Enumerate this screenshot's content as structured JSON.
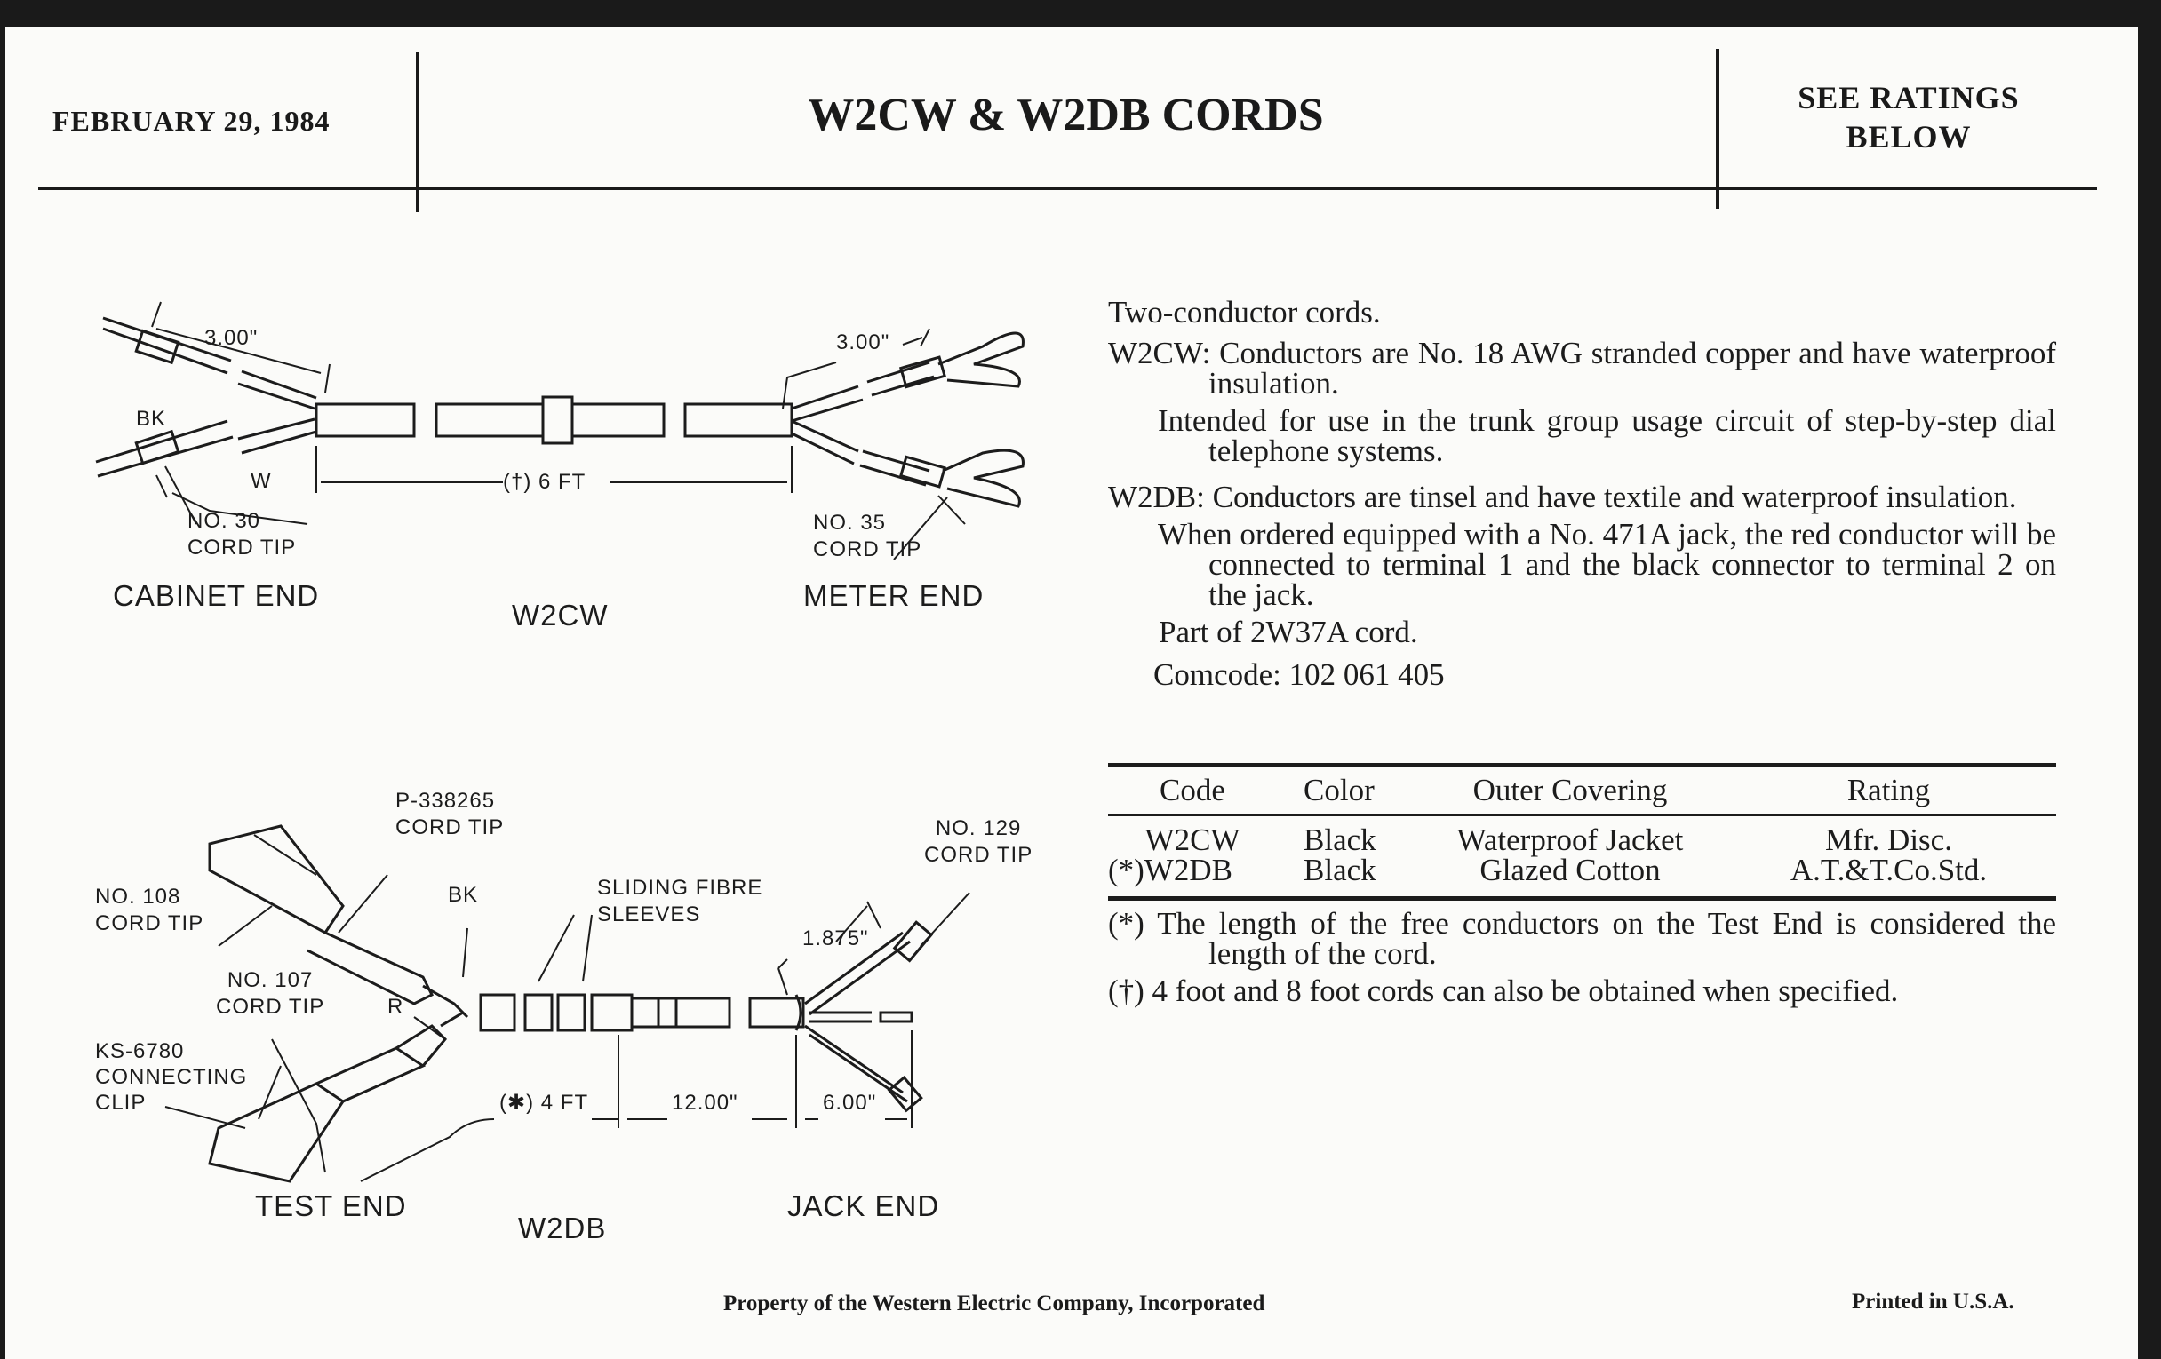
{
  "header": {
    "date": "FEBRUARY 29, 1984",
    "title": "W2CW & W2DB CORDS",
    "ratings_line1": "SEE RATINGS",
    "ratings_line2": "BELOW"
  },
  "w2cw_diagram": {
    "name": "W2CW",
    "left_dim": "3.00\"",
    "right_dim": "3.00\"",
    "bk": "BK",
    "w": "W",
    "length": "(†) 6 FT",
    "left_tip_line1": "NO. 30",
    "left_tip_line2": "CORD TIP",
    "right_tip_line1": "NO. 35",
    "right_tip_line2": "CORD TIP",
    "left_end": "CABINET END",
    "right_end": "METER END"
  },
  "w2db_diagram": {
    "name": "W2DB",
    "p_tip_line1": "P-338265",
    "p_tip_line2": "CORD TIP",
    "no108_line1": "NO. 108",
    "no108_line2": "CORD TIP",
    "bk": "BK",
    "r": "R",
    "sleeves_line1": "SLIDING FIBRE",
    "sleeves_line2": "SLEEVES",
    "no129_line1": "NO. 129",
    "no129_line2": "CORD TIP",
    "dim_1875": "1.875\"",
    "no107_line1": "NO. 107",
    "no107_line2": "CORD TIP",
    "clip_line1": "KS-6780",
    "clip_line2": "CONNECTING",
    "clip_line3": "CLIP",
    "length": "(✱) 4 FT",
    "dim_12": "12.00\"",
    "dim_6": "6.00\"",
    "left_end": "TEST END",
    "right_end": "JACK END"
  },
  "description": {
    "intro": "Two-conductor cords.",
    "w2cw": "W2CW:  Conductors are No. 18 AWG stranded copper and have waterproof insulation.",
    "w2cw_use": "Intended for use in the trunk group usage circuit of step-by-step dial telephone systems.",
    "w2db": "W2DB: Conductors are tinsel and have textile and waterproof insulation.",
    "w2db_jack": "When ordered equipped with a No. 471A jack, the red conductor will be connected to terminal 1 and the black connector to terminal 2 on the jack.",
    "part_of": "Part of 2W37A cord.",
    "comcode": "Comcode:  102  061  405"
  },
  "table": {
    "headers": [
      "Code",
      "Color",
      "Outer Covering",
      "Rating"
    ],
    "rows": [
      [
        "W2CW",
        "Black",
        "Waterproof Jacket",
        "Mfr. Disc."
      ],
      [
        "(*)W2DB",
        "Black",
        "Glazed Cotton",
        "A.T.&T.Co.Std."
      ]
    ]
  },
  "footnotes": {
    "star": "(*)  The length of the free conductors on the Test End is considered the length of the cord.",
    "dagger": "(†)  4 foot and 8 foot cords can also be obtained when specified."
  },
  "footer": {
    "property": "Property of the Western Electric Company, Incorporated",
    "printed": "Printed in U.S.A."
  }
}
